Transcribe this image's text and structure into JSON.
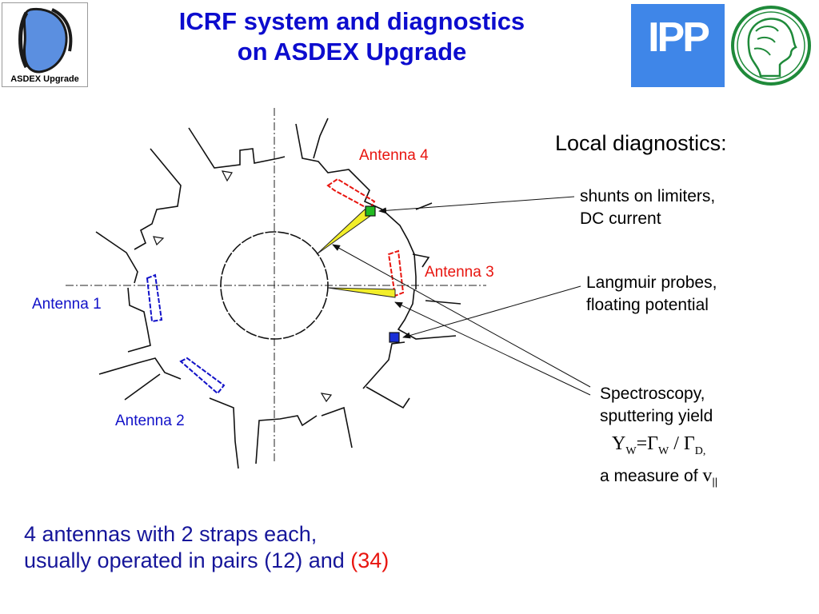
{
  "title": {
    "line1": "ICRF system and diagnostics",
    "line2": "on ASDEX Upgrade"
  },
  "logos": {
    "asdex_label": "ASDEX Upgrade",
    "ipp_text": "IPP",
    "mpg_icon": "minerva-head-icon"
  },
  "diagram": {
    "antennas": [
      {
        "label": "Antenna 1",
        "color": "#1111c8"
      },
      {
        "label": "Antenna 2",
        "color": "#1111c8"
      },
      {
        "label": "Antenna 3",
        "color": "#e8150f"
      },
      {
        "label": "Antenna 4",
        "color": "#e8150f"
      }
    ],
    "markers": {
      "limiter_probe_color": "#22bb22",
      "langmuir_probe_color": "#1a2fd6",
      "spectroscopy_sightline_color": "#f2ee2a"
    }
  },
  "diagnostics": {
    "heading": "Local diagnostics:",
    "shunts": {
      "line1": "shunts on limiters,",
      "line2": "DC current"
    },
    "langmuir": {
      "line1": "Langmuir probes,",
      "line2": "floating potential"
    },
    "spectroscopy": {
      "line1": "Spectroscopy,",
      "line2": "sputtering yield",
      "formula_Y": "Y",
      "formula_W": "W",
      "formula_eq": "=Γ",
      "formula_W2": "W",
      "formula_slash": " / Γ",
      "formula_D": "D,",
      "measure_text": "a measure of ",
      "measure_v": "v",
      "measure_sub": "||"
    }
  },
  "bottom": {
    "line1": "4 antennas with 2 straps each,",
    "line2_pre": "usually operated in pairs ",
    "pair_a": "(12)",
    "line2_mid": " and ",
    "pair_b": "(34)"
  }
}
